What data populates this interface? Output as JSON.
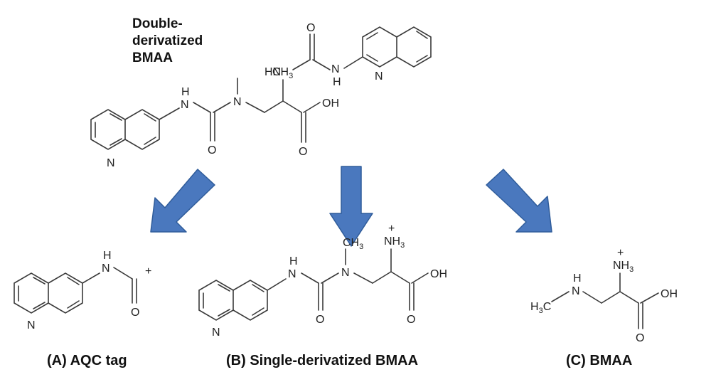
{
  "title": "Double-\nderivatized\nBMAA",
  "colors": {
    "arrow_fill": "#4a78be",
    "arrow_stroke": "#2f5c9a",
    "bond": "#3a3a3a"
  },
  "top_molecule": {
    "n_quinoline_left": "N",
    "nh_left": "H",
    "n_left": "N",
    "o_left": "O",
    "n_methyl": "N",
    "ch3": "CH",
    "ch3_sub": "3",
    "hn": "HN",
    "o_top": "O",
    "n_right": "N",
    "h_right": "H",
    "n_quinoline_right": "N",
    "oh": "OH",
    "o_acid": "O"
  },
  "molecule_a": {
    "n_ring": "N",
    "n": "N",
    "h": "H",
    "o": "O",
    "charge": "+"
  },
  "molecule_b": {
    "n_ring": "N",
    "n": "N",
    "h": "H",
    "o_urea": "O",
    "n_methyl": "N",
    "ch3": "CH",
    "ch3_sub": "3",
    "nh3": "NH",
    "nh3_sub": "3",
    "charge": "+",
    "oh": "OH",
    "o_acid": "O"
  },
  "molecule_c": {
    "h3c": "H",
    "h3c_sub": "3",
    "h3c_c": "C",
    "n": "N",
    "h": "H",
    "nh3": "NH",
    "nh3_sub": "3",
    "charge": "+",
    "oh": "OH",
    "o_acid": "O"
  },
  "captions": {
    "a": "(A)  AQC tag",
    "b": "(B)  Single-derivatized BMAA",
    "c": "(C) BMAA"
  }
}
